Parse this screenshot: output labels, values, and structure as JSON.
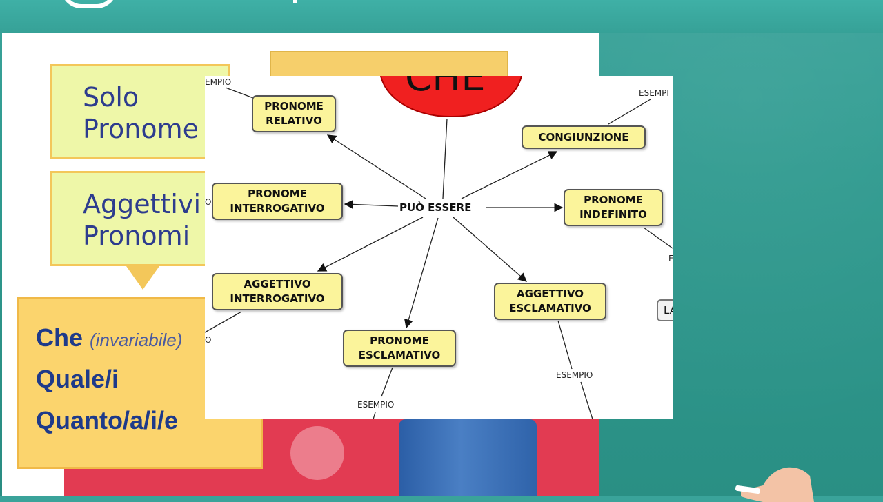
{
  "slide": {
    "box1_text": "Solo\nPronome",
    "box2_text": "Aggettivi\nPronomi",
    "box3": {
      "line1_main": "Che ",
      "line1_note": "(invariabile)",
      "line2": "Quale/i",
      "line3": "Quanto/a/i/e"
    }
  },
  "concept_map": {
    "root": "CHE",
    "hub": "PUÒ ESSERE",
    "nodes": [
      {
        "id": "pronome-relativo",
        "label": "PRONOME\nRELATIVO"
      },
      {
        "id": "congiunzione",
        "label": "CONGIUNZIONE"
      },
      {
        "id": "pronome-interrogativo",
        "label": "PRONOME\nINTERROGATIVO"
      },
      {
        "id": "pronome-indefinito",
        "label": "PRONOME\nINDEFINITO"
      },
      {
        "id": "aggettivo-interrogativo",
        "label": "AGGETTIVO\nINTERROGATIVO"
      },
      {
        "id": "aggettivo-esclamativo",
        "label": "AGGETTIVO\nESCLAMATIVO"
      },
      {
        "id": "pronome-esclamativo",
        "label": "PRONOME\nESCLAMATIVO"
      }
    ],
    "edge_labels": {
      "esempio_top_left": "EMPIO",
      "esempio_top_right": "ESEMPI",
      "esempio_right_mid": "E",
      "esempio_aggettivo_esclamativo": "ESEMPIO",
      "esempio_pronome_esclamativo": "ESEMPIO",
      "esempio_left_mid": "O",
      "esempio_left_low": "O"
    },
    "partial_node_text": "LA"
  },
  "colors": {
    "background": "#2f9a8f",
    "node_fill": "#fbf49b",
    "root_fill": "#f02020",
    "box_yellow": "#fbd46d",
    "box_green": "#eef7a8",
    "text_blue": "#1e3a8a",
    "accent_red": "#e23b52"
  }
}
